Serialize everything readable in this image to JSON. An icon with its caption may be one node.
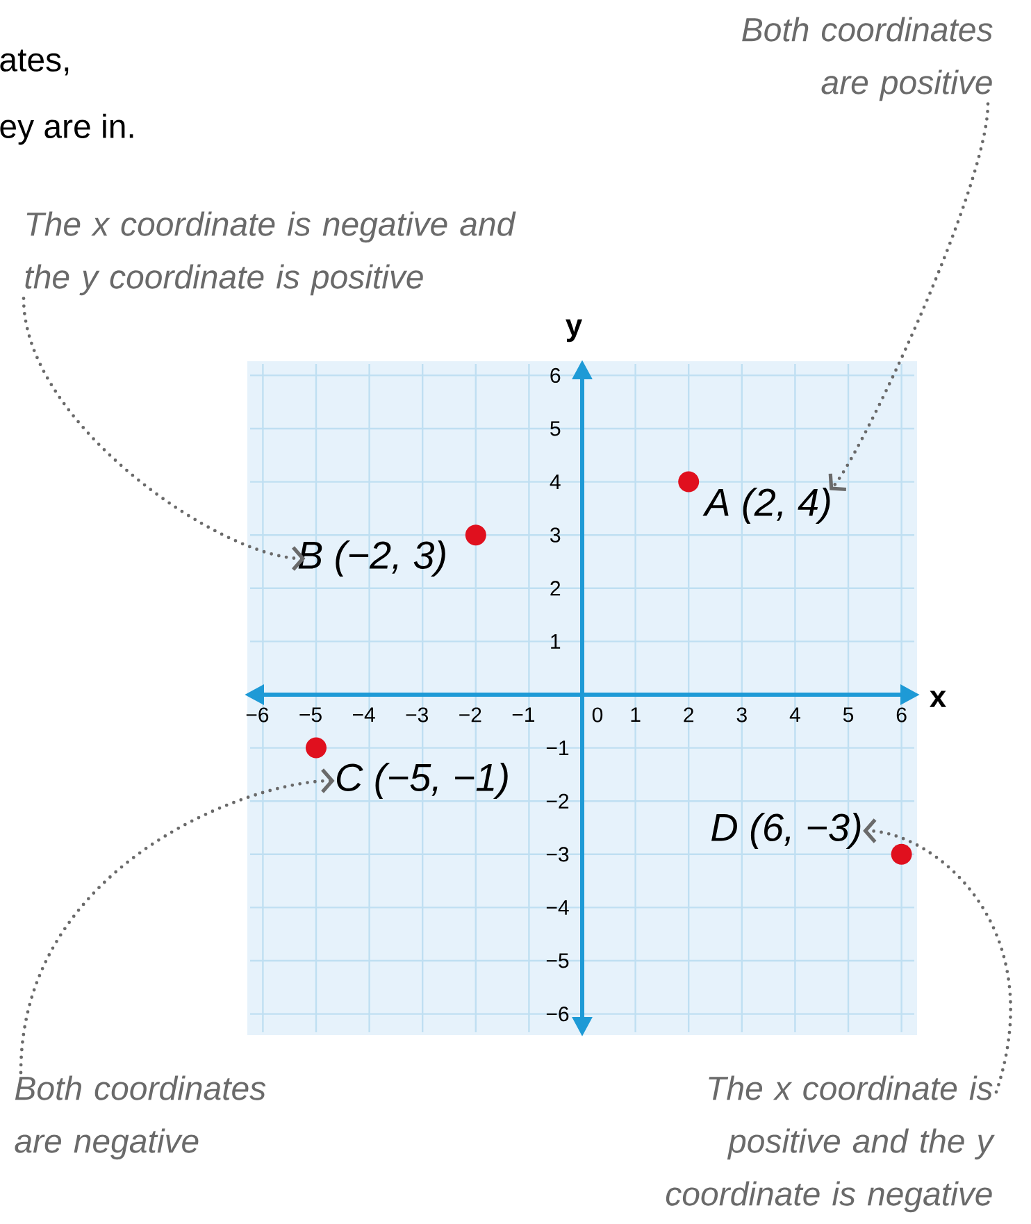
{
  "diagram": {
    "nodes": [
      {
        "text": [
          "The x coordinate is negative and the y coordinate is positive"
        ]
      },
      {
        "text": [
          "Both coordinates are positive"
        ]
      },
      {
        "text": [
          "Both coordinates are negative"
        ]
      },
      {
        "text": [
          "The x coordinate is positive and the y coordinate is negative"
        ]
      },
      {
        "text": [
          "A (2, 4)"
        ]
      },
      {
        "text": [
          "B (−2, 3)"
        ]
      },
      {
        "text": [
          "C (−5, −1)"
        ]
      },
      {
        "text": [
          "D (6, −3)"
        ]
      }
    ],
    "edges": [
      {
        "from": 1,
        "to": 4,
        "arrow": "to"
      },
      {
        "from": 0,
        "to": 5,
        "arrow": "to"
      },
      {
        "from": 2,
        "to": 6,
        "arrow": "to"
      },
      {
        "from": 3,
        "to": 7,
        "arrow": "to"
      }
    ],
    "labels": [
      "ates,",
      "ey are in.",
      "y",
      "6",
      "5",
      "4",
      "3",
      "2",
      "1",
      "−6",
      "−5",
      "−4",
      "−3",
      "−2",
      "−1",
      "0",
      "1",
      "2",
      "3",
      "4",
      "5",
      "6",
      "x",
      "−1",
      "−2",
      "−3",
      "−4",
      "−5",
      "−6"
    ]
  }
}
